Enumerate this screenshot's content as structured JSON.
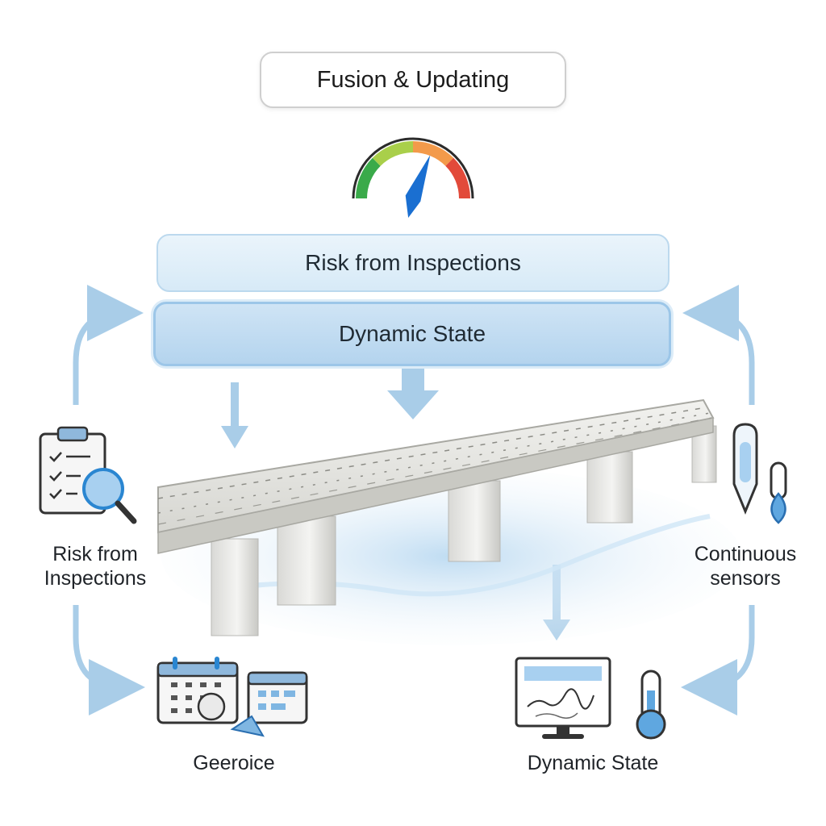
{
  "title": "Fusion & Updating",
  "panels": {
    "top": "Risk from Inspections",
    "bottom": "Dynamic State"
  },
  "side_labels": {
    "left_line1": "Risk from",
    "left_line2": "Inspections",
    "right_line1": "Continuous",
    "right_line2": "sensors",
    "bottom_left": "Geeroice",
    "bottom_right": "Dynamic State"
  },
  "gauge": {
    "segment_colors": [
      "#3aaa4a",
      "#a9cf4a",
      "#f39a4a",
      "#e24a3a"
    ],
    "needle_color": "#1a6fd1",
    "level": 0.62
  },
  "colors": {
    "arrow": "#a9cde8",
    "accent_blue": "#2a86d1",
    "water": "#cfe6f6"
  },
  "icons": {
    "left": "clipboard-magnifier-icon",
    "right": "probe-thermometer-icon",
    "bottom_left": "calendar-icon",
    "bottom_right": "monitor-thermometer-icon"
  }
}
